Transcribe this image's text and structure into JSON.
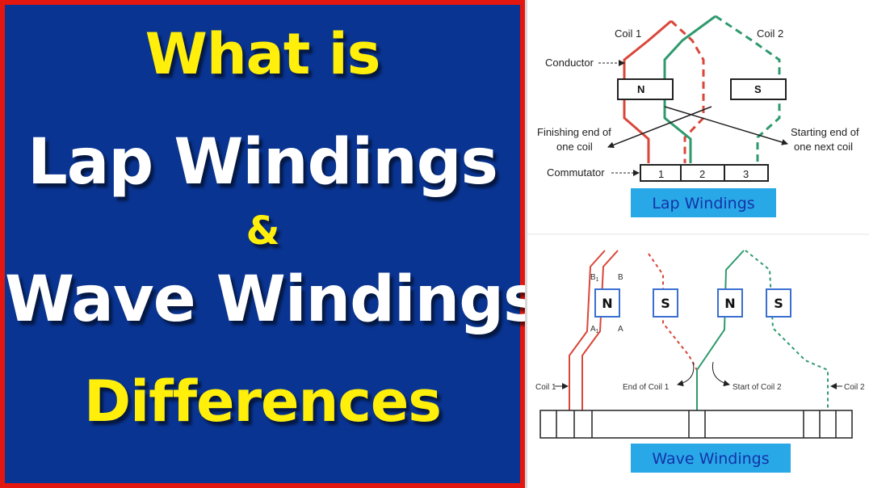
{
  "title": {
    "line1": "What is",
    "line2": "Lap Windings",
    "line3": "&",
    "line4": "Wave Windings",
    "line5": "Differences"
  },
  "lap_diagram": {
    "coil1": "Coil 1",
    "coil2": "Coil 2",
    "conductor": "Conductor",
    "pole_n": "N",
    "pole_s": "S",
    "finishing_line1": "Finishing end of",
    "finishing_line2": "one coil",
    "starting_line1": "Starting end of",
    "starting_line2": "one next coil",
    "commutator": "Commutator",
    "segments": [
      "1",
      "2",
      "3"
    ],
    "caption": "Lap Windings"
  },
  "wave_diagram": {
    "label_b1": "B",
    "label_b1_sub": "1",
    "label_b": "B",
    "label_a1": "A",
    "label_a1_sub": "1",
    "label_a": "A",
    "poles": [
      "N",
      "S",
      "N",
      "S"
    ],
    "coil1": "Coil 1",
    "end_of_coil1": "End of Coil 1",
    "start_of_coil2": "Start of Coil 2",
    "coil2": "Coil 2",
    "caption": "Wave Windings"
  },
  "colors": {
    "left_bg": "#093491",
    "border": "#e3170f",
    "yellow": "#ffef0a",
    "coil_red": "#d9473a",
    "coil_green": "#2f9a6e",
    "caption_bg": "#29a8e8"
  }
}
